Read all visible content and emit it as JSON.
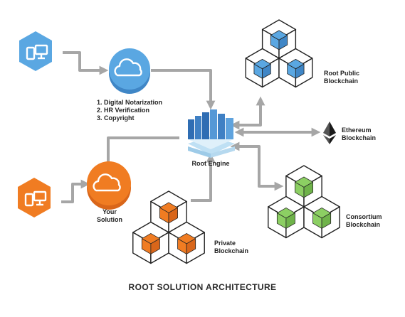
{
  "colors": {
    "blue": "#5aa7e2",
    "blue_dark": "#3f86c6",
    "orange": "#f07c22",
    "orange_dark": "#d9661a",
    "green": "#8ccf63",
    "green_dark": "#6fb34a",
    "arrow": "#a6a6a6",
    "engine_blue": "#4c86c9"
  },
  "icons": {
    "top_device": "devices-icon",
    "bottom_device": "devices-icon",
    "top_cloud": "cloud-icon",
    "your_cloud": "cloud-icon",
    "engine": "database-engine-icon",
    "ethereum": "ethereum-icon"
  },
  "services": [
    "1. Digital Notarization",
    "2. HR Verification",
    "3. Copyright"
  ],
  "your_solution": [
    "Your",
    "Solution"
  ],
  "root_engine": "Root Engine",
  "root_public": [
    "Root Public",
    "Blockchain"
  ],
  "ethereum": [
    "Ethereum",
    "Blockchain"
  ],
  "consortium": [
    "Consortium",
    "Blockchain"
  ],
  "private": [
    "Private",
    "Blockchain"
  ],
  "title": "ROOT SOLUTION ARCHITECTURE"
}
